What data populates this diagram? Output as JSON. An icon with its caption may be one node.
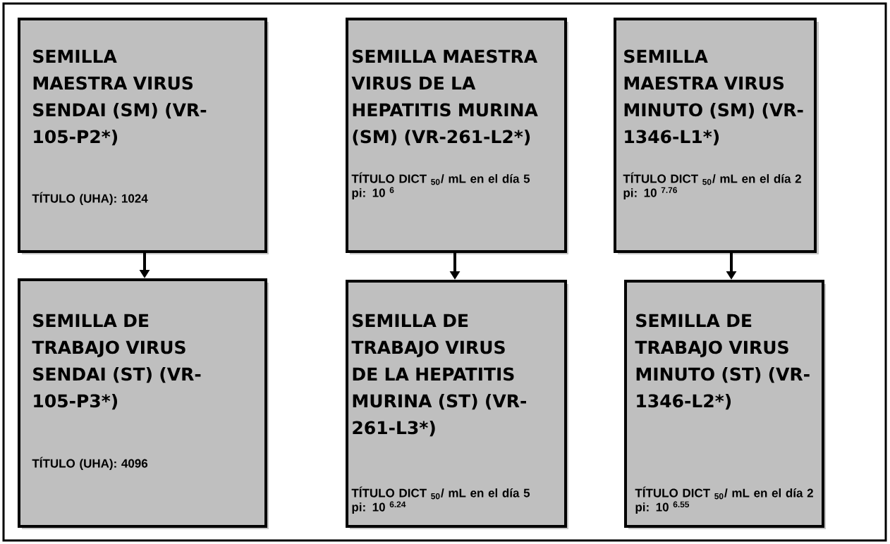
{
  "diagram": {
    "nodes": [
      {
        "text": [
          "SEMILLA MAESTRA VIRUS SENDAI (SM) (VR-105-P2*)",
          "TÍTULO (UHA): 1024"
        ]
      },
      {
        "text": [
          "SEMILLA MAESTRA VIRUS DE LA HEPATITIS MURINA (SM) (VR-261-L2*)",
          "TÍTULO DICT $_{50}$/ mL en el día 5 pi: 10 $^{6}$"
        ]
      },
      {
        "text": [
          "SEMILLA MAESTRA VIRUS MINUTO (SM) (VR-1346-L1*)",
          "TÍTULO DICT $_{50}$/ mL en el día 2 pi: 10 $^{7.76}$"
        ]
      },
      {
        "text": [
          "SEMILLA DE TRABAJO VIRUS SENDAI (ST) (VR-105-P3*)",
          "TÍTULO (UHA): 4096"
        ]
      },
      {
        "text": [
          "SEMILLA DE TRABAJO VIRUS DE LA HEPATITIS MURINA (ST) (VR-261-L3*)",
          "TÍTULO DICT $_{50}$/ mL en el día 5 pi: 10 $^{6.24}$"
        ]
      },
      {
        "text": [
          "SEMILLA DE TRABAJO VIRUS MINUTO (ST) (VR-1346-L2*)",
          "TÍTULO DICT $_{50}$/ mL en el día 2 pi: 10 $^{6.55}$"
        ]
      }
    ],
    "edges": [
      {
        "from": 0,
        "to": 3,
        "arrow": "to"
      },
      {
        "from": 1,
        "to": 4,
        "arrow": "to"
      },
      {
        "from": 2,
        "to": 5,
        "arrow": "to"
      }
    ]
  }
}
